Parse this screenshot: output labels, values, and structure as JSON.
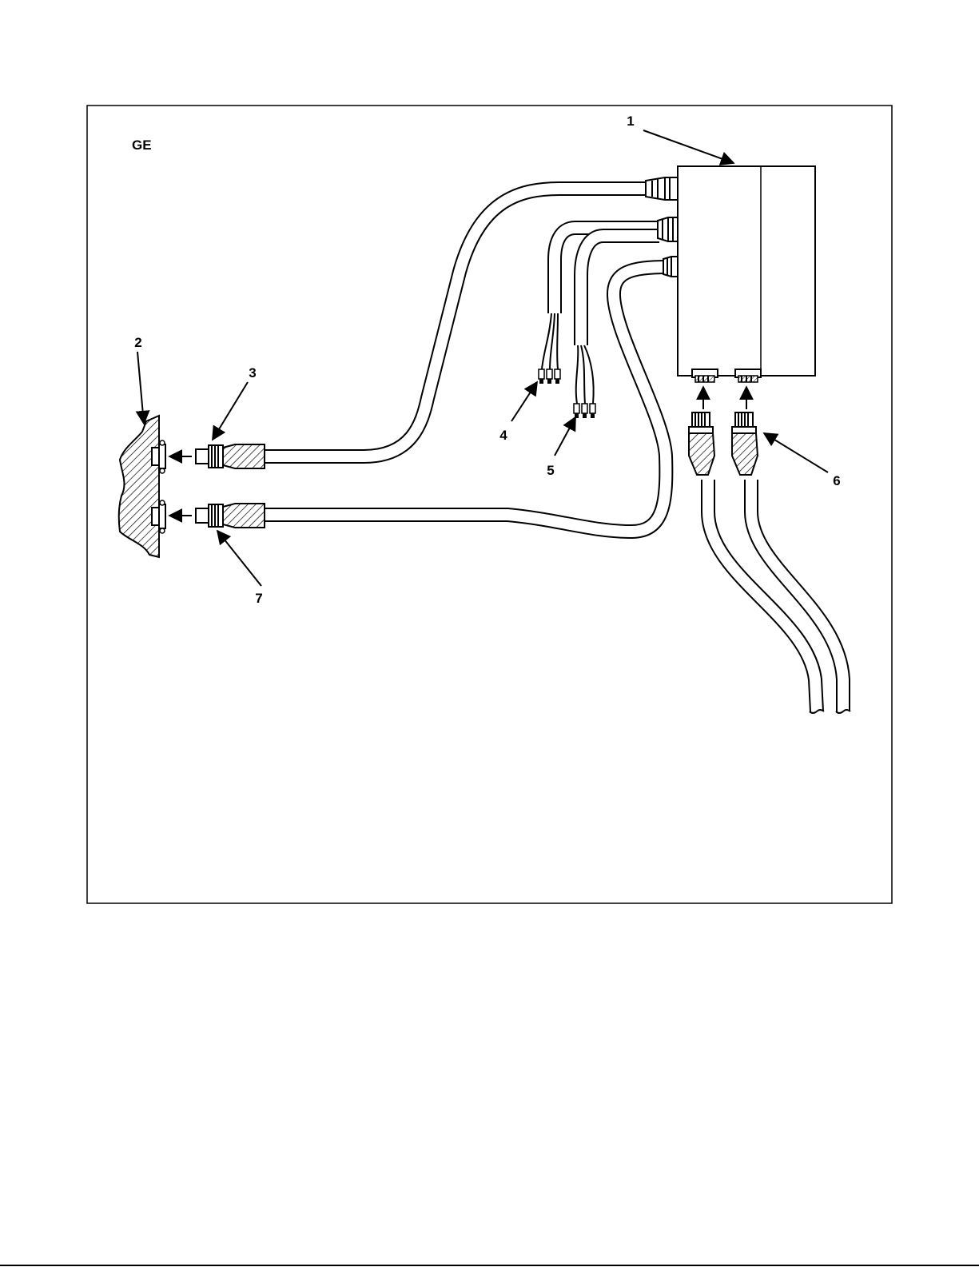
{
  "figure": {
    "view_label": "GE",
    "callouts": [
      {
        "id": "1",
        "text": "1"
      },
      {
        "id": "2",
        "text": "2"
      },
      {
        "id": "3",
        "text": "3"
      },
      {
        "id": "4",
        "text": "4"
      },
      {
        "id": "5",
        "text": "5"
      },
      {
        "id": "6",
        "text": "6"
      },
      {
        "id": "7",
        "text": "7"
      }
    ]
  }
}
